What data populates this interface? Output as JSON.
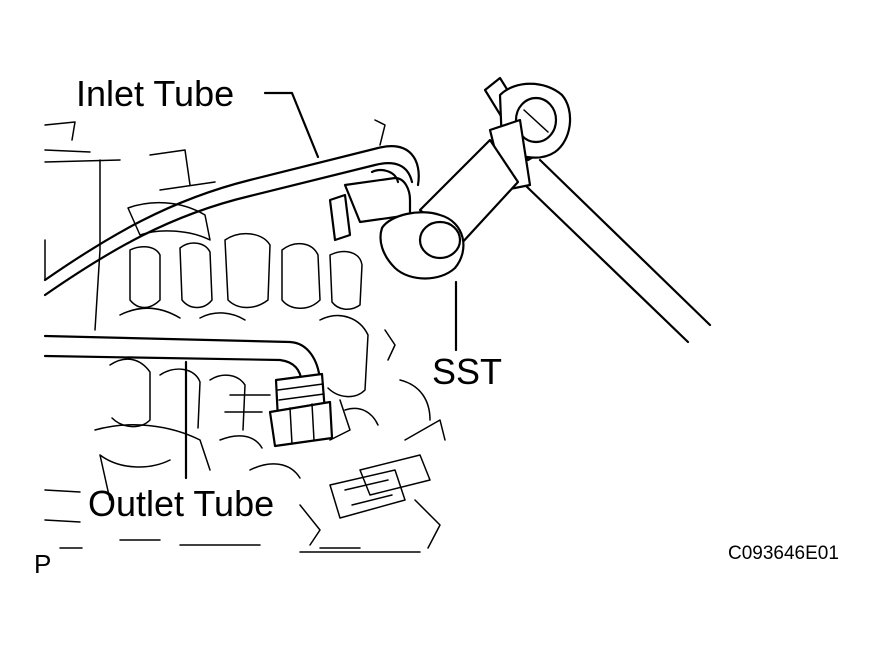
{
  "labels": {
    "inlet_tube": "Inlet Tube",
    "sst": "SST",
    "outlet_tube": "Outlet Tube",
    "figure_code": "C093646E01",
    "corner_mark": "P"
  },
  "colors": {
    "ink": "#000000",
    "paper": "#ffffff"
  }
}
